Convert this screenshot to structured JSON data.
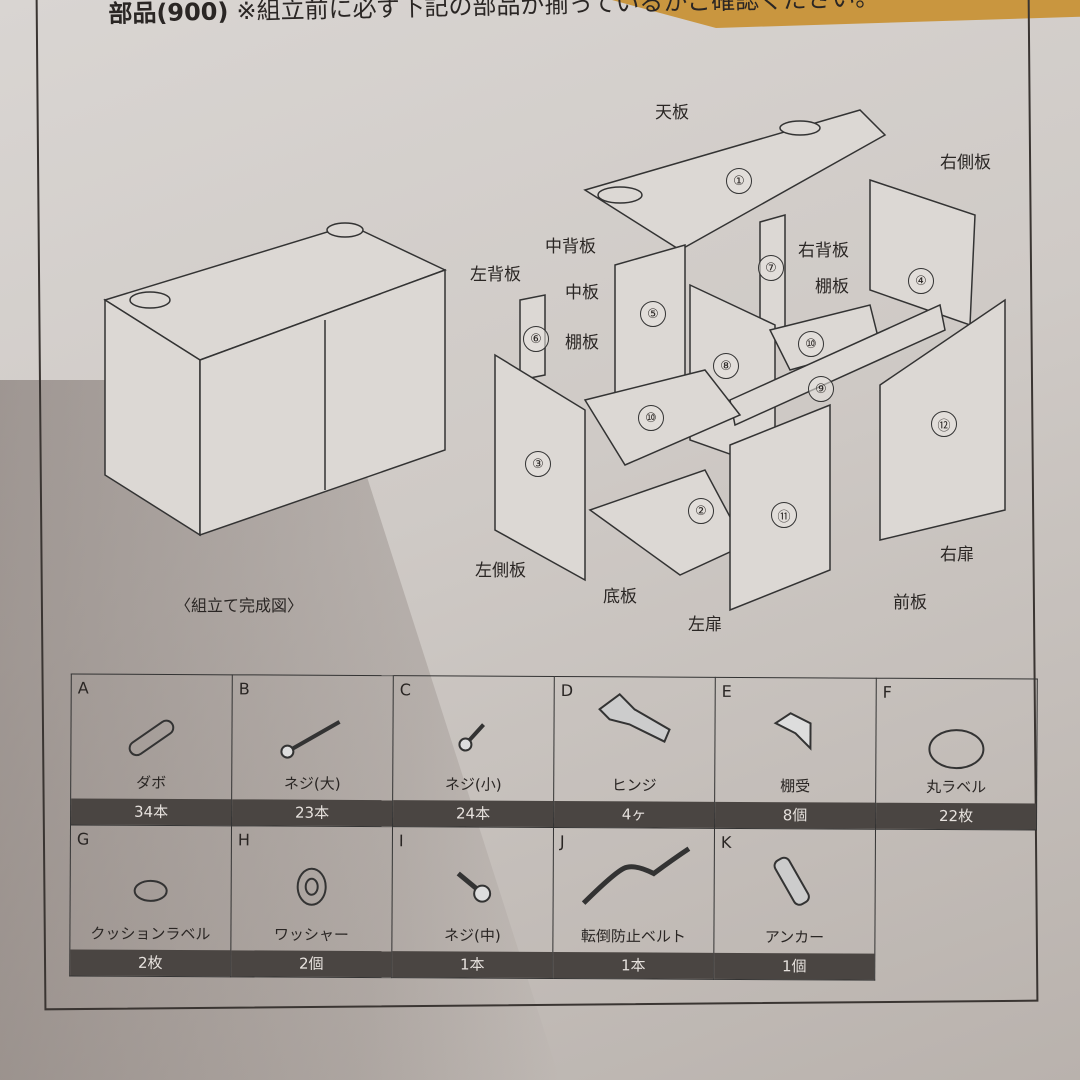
{
  "header": {
    "title": "部品(900)",
    "note": "※組立前に必ず下記の部品が揃っているかご確認ください。"
  },
  "diagram": {
    "caption": "〈組立て完成図〉",
    "labels": [
      "天板",
      "右側板",
      "中背板",
      "右背板",
      "棚板",
      "左背板",
      "中板",
      "棚板",
      "右扉",
      "左側板",
      "底板",
      "前板",
      "左扉"
    ],
    "numbers": [
      "①",
      "⑦",
      "⑤",
      "④",
      "⑥",
      "⑩",
      "⑧",
      "⑨",
      "⑩",
      "⑫",
      "③",
      "②",
      "⑪"
    ]
  },
  "parts": [
    {
      "letter": "A",
      "name": "ダボ",
      "count": "34本",
      "icon": "dowel-icon"
    },
    {
      "letter": "B",
      "name": "ネジ(大)",
      "count": "23本",
      "icon": "large-screw-icon"
    },
    {
      "letter": "C",
      "name": "ネジ(小)",
      "count": "24本",
      "icon": "small-screw-icon"
    },
    {
      "letter": "D",
      "name": "ヒンジ",
      "count": "4ヶ",
      "icon": "hinge-icon"
    },
    {
      "letter": "E",
      "name": "棚受",
      "count": "8個",
      "icon": "shelf-support-icon"
    },
    {
      "letter": "F",
      "name": "丸ラベル",
      "count": "22枚",
      "icon": "round-label-icon"
    },
    {
      "letter": "G",
      "name": "クッションラベル",
      "count": "2枚",
      "icon": "cushion-label-icon"
    },
    {
      "letter": "H",
      "name": "ワッシャー",
      "count": "2個",
      "icon": "washer-icon"
    },
    {
      "letter": "I",
      "name": "ネジ(中)",
      "count": "1本",
      "icon": "medium-screw-icon"
    },
    {
      "letter": "J",
      "name": "転倒防止ベルト",
      "count": "1本",
      "icon": "anti-tip-belt-icon"
    },
    {
      "letter": "K",
      "name": "アンカー",
      "count": "1個",
      "icon": "anchor-icon"
    }
  ]
}
